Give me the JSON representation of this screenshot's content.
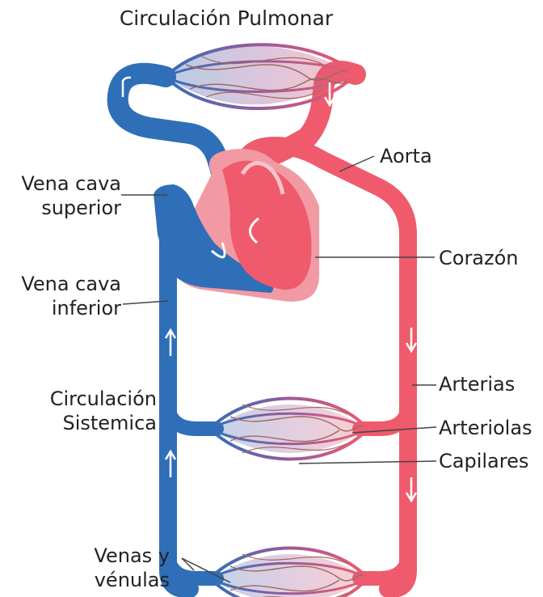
{
  "title": "Circulación Pulmonar",
  "labels": {
    "aorta": "Aorta",
    "vena_cava_superior_1": "Vena cava",
    "vena_cava_superior_2": "superior",
    "corazon": "Corazón",
    "vena_cava_inferior_1": "Vena cava",
    "vena_cava_inferior_2": "inferior",
    "circulacion_sistemica_1": "Circulación",
    "circulacion_sistemica_2": "Sistemica",
    "arterias": "Arterias",
    "arteriolas": "Arteriolas",
    "capilares": "Capilares",
    "venas_1": "Venas y",
    "venas_2": "vénulas"
  },
  "colors": {
    "vein": "#2f6fb8",
    "artery": "#ef5b6c",
    "artery_light": "#f29aa3",
    "capillary_mid": "#9a5a9a",
    "leader": "#444444",
    "text": "#222222"
  }
}
